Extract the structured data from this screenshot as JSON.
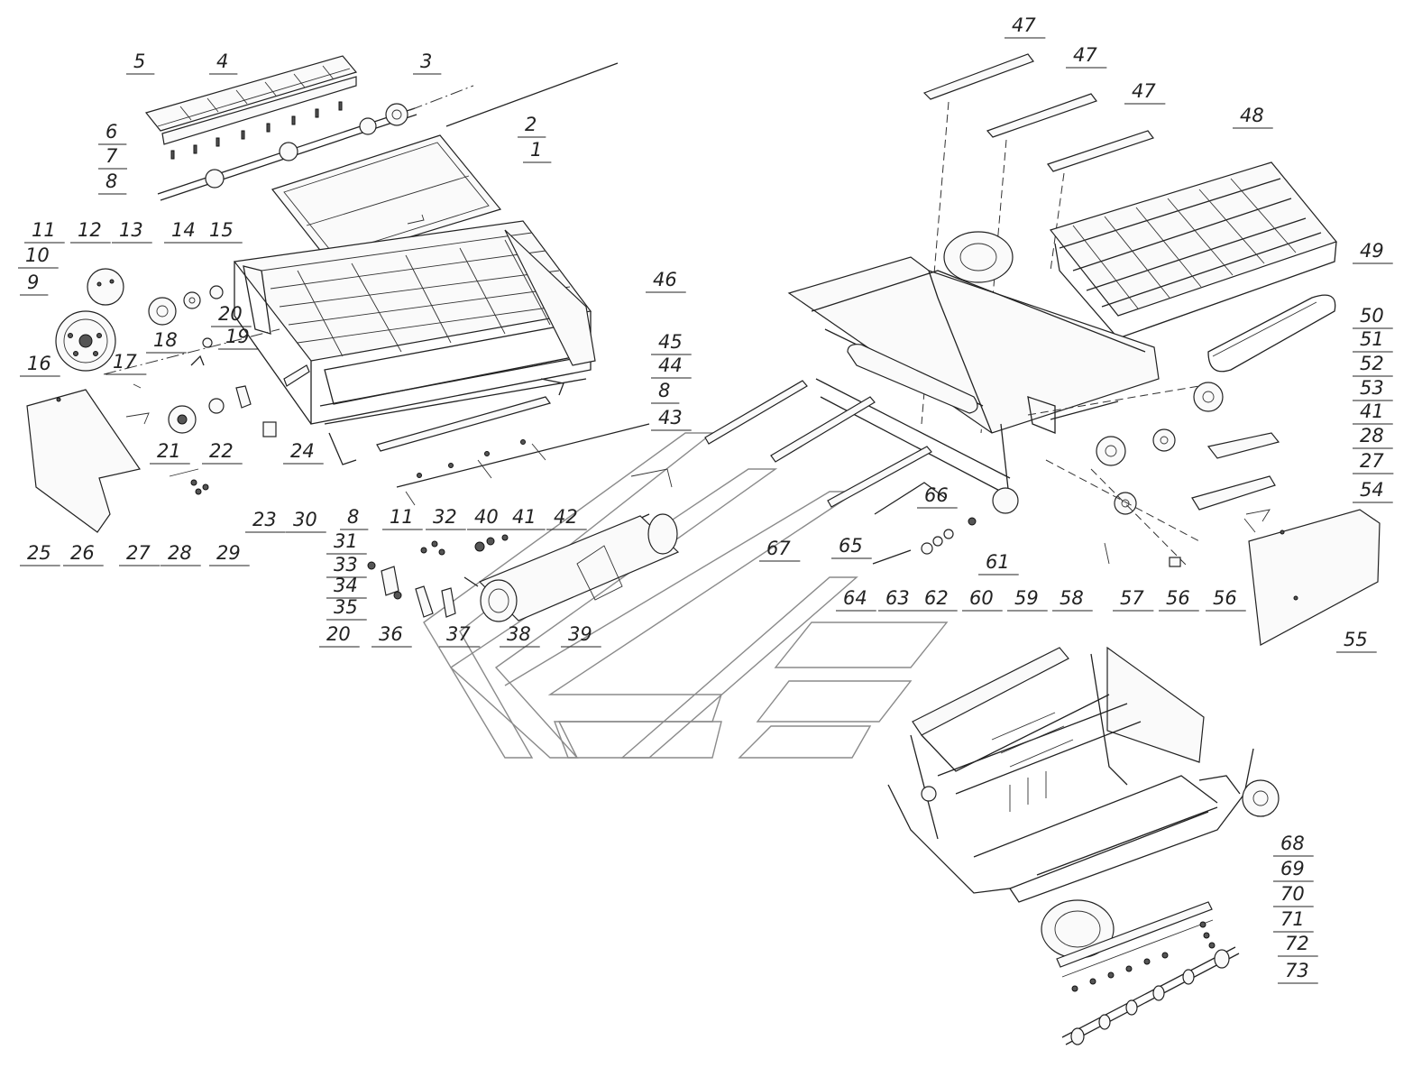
{
  "callouts": [
    {
      "id": "c1",
      "text": "1"
    },
    {
      "id": "c2",
      "text": "2"
    },
    {
      "id": "c3",
      "text": "3"
    },
    {
      "id": "c4",
      "text": "4"
    },
    {
      "id": "c5",
      "text": "5"
    },
    {
      "id": "c6",
      "text": "6"
    },
    {
      "id": "c7",
      "text": "7"
    },
    {
      "id": "c8a",
      "text": "8"
    },
    {
      "id": "c9",
      "text": "9"
    },
    {
      "id": "c10",
      "text": "10"
    },
    {
      "id": "c11a",
      "text": "11"
    },
    {
      "id": "c12",
      "text": "12"
    },
    {
      "id": "c13",
      "text": "13"
    },
    {
      "id": "c14",
      "text": "14"
    },
    {
      "id": "c15",
      "text": "15"
    },
    {
      "id": "c16",
      "text": "16"
    },
    {
      "id": "c17",
      "text": "17"
    },
    {
      "id": "c18",
      "text": "18"
    },
    {
      "id": "c19",
      "text": "19"
    },
    {
      "id": "c20a",
      "text": "20"
    },
    {
      "id": "c21",
      "text": "21"
    },
    {
      "id": "c22",
      "text": "22"
    },
    {
      "id": "c23",
      "text": "23"
    },
    {
      "id": "c24",
      "text": "24"
    },
    {
      "id": "c25",
      "text": "25"
    },
    {
      "id": "c26",
      "text": "26"
    },
    {
      "id": "c27a",
      "text": "27"
    },
    {
      "id": "c28a",
      "text": "28"
    },
    {
      "id": "c29",
      "text": "29"
    },
    {
      "id": "c30",
      "text": "30"
    },
    {
      "id": "c8b",
      "text": "8"
    },
    {
      "id": "c31",
      "text": "31"
    },
    {
      "id": "c11b",
      "text": "11"
    },
    {
      "id": "c32",
      "text": "32"
    },
    {
      "id": "c40",
      "text": "40"
    },
    {
      "id": "c41a",
      "text": "41"
    },
    {
      "id": "c42",
      "text": "42"
    },
    {
      "id": "c33",
      "text": "33"
    },
    {
      "id": "c34",
      "text": "34"
    },
    {
      "id": "c35",
      "text": "35"
    },
    {
      "id": "c20b",
      "text": "20"
    },
    {
      "id": "c36",
      "text": "36"
    },
    {
      "id": "c37",
      "text": "37"
    },
    {
      "id": "c38",
      "text": "38"
    },
    {
      "id": "c39",
      "text": "39"
    },
    {
      "id": "c45",
      "text": "45"
    },
    {
      "id": "c44",
      "text": "44"
    },
    {
      "id": "c8c",
      "text": "8"
    },
    {
      "id": "c43",
      "text": "43"
    },
    {
      "id": "c46",
      "text": "46"
    },
    {
      "id": "c47a",
      "text": "47"
    },
    {
      "id": "c47b",
      "text": "47"
    },
    {
      "id": "c47c",
      "text": "47"
    },
    {
      "id": "c48",
      "text": "48"
    },
    {
      "id": "c49",
      "text": "49"
    },
    {
      "id": "c50",
      "text": "50"
    },
    {
      "id": "c51",
      "text": "51"
    },
    {
      "id": "c52",
      "text": "52"
    },
    {
      "id": "c53",
      "text": "53"
    },
    {
      "id": "c41b",
      "text": "41"
    },
    {
      "id": "c28b",
      "text": "28"
    },
    {
      "id": "c27b",
      "text": "27"
    },
    {
      "id": "c54",
      "text": "54"
    },
    {
      "id": "c66",
      "text": "66"
    },
    {
      "id": "c67",
      "text": "67"
    },
    {
      "id": "c65",
      "text": "65"
    },
    {
      "id": "c61",
      "text": "61"
    },
    {
      "id": "c64",
      "text": "64"
    },
    {
      "id": "c63",
      "text": "63"
    },
    {
      "id": "c62",
      "text": "62"
    },
    {
      "id": "c60",
      "text": "60"
    },
    {
      "id": "c59",
      "text": "59"
    },
    {
      "id": "c58",
      "text": "58"
    },
    {
      "id": "c57",
      "text": "57"
    },
    {
      "id": "c56a",
      "text": "56"
    },
    {
      "id": "c56b",
      "text": "56"
    },
    {
      "id": "c55",
      "text": "55"
    },
    {
      "id": "c68",
      "text": "68"
    },
    {
      "id": "c69",
      "text": "69"
    },
    {
      "id": "c70",
      "text": "70"
    },
    {
      "id": "c71",
      "text": "71"
    },
    {
      "id": "c72",
      "text": "72"
    },
    {
      "id": "c73",
      "text": "73"
    }
  ]
}
